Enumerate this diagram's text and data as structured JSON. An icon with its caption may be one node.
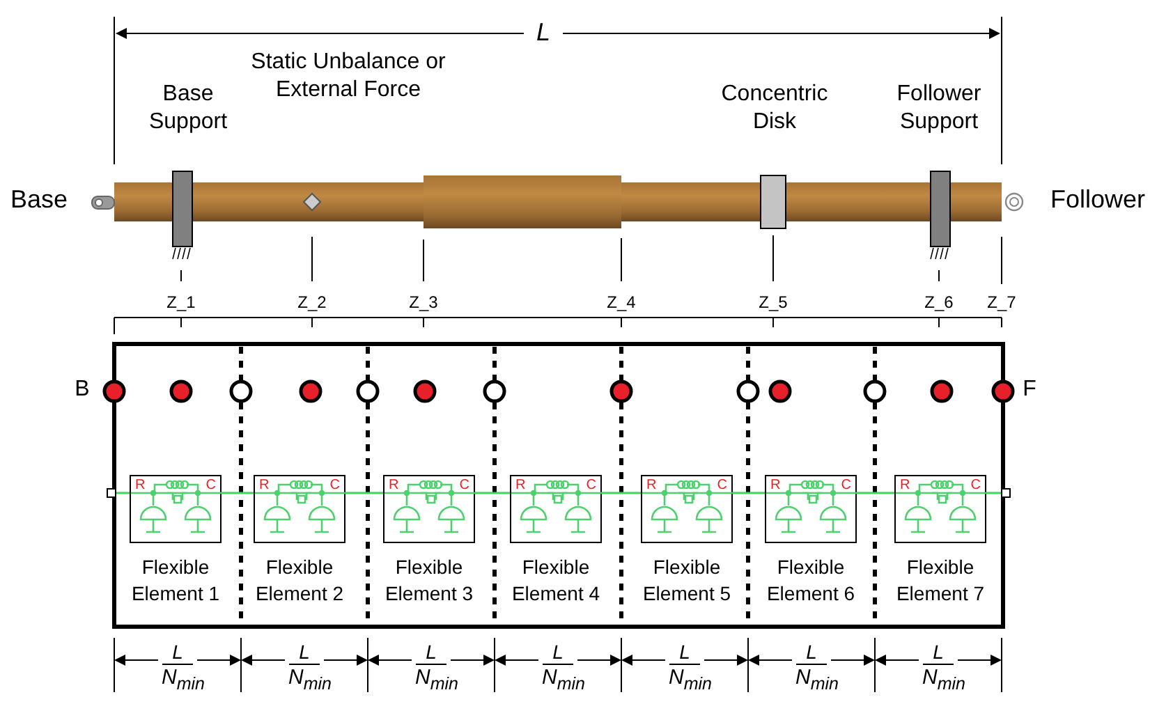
{
  "diagram": {
    "nodes": [
      {
        "text": [
          "R",
          "C",
          "Flexible Element 1"
        ]
      },
      {
        "text": [
          "R",
          "C",
          "Flexible Element 2"
        ]
      },
      {
        "text": [
          "R",
          "C",
          "Flexible Element 3"
        ]
      },
      {
        "text": [
          "R",
          "C",
          "Flexible Element 4"
        ]
      },
      {
        "text": [
          "R",
          "C",
          "Flexible Element 5"
        ]
      },
      {
        "text": [
          "R",
          "C",
          "Flexible Element 6"
        ]
      },
      {
        "text": [
          "R",
          "C",
          "Flexible Element 7"
        ]
      }
    ],
    "edges": [
      {
        "from": null,
        "to": 0,
        "arrow": "none"
      },
      {
        "from": 0,
        "to": 1,
        "arrow": "none"
      },
      {
        "from": 1,
        "to": 2,
        "arrow": "none"
      },
      {
        "from": 2,
        "to": 3,
        "arrow": "none"
      },
      {
        "from": 3,
        "to": 4,
        "arrow": "none"
      },
      {
        "from": 4,
        "to": 5,
        "arrow": "none"
      },
      {
        "from": 5,
        "to": 6,
        "arrow": "none"
      },
      {
        "from": 6,
        "to": null,
        "arrow": "none"
      }
    ],
    "labels": [
      "L",
      "Base Support",
      "Static Unbalance or External Force",
      "Concentric Disk",
      "Follower Support",
      "Base",
      "Follower",
      "Z_1",
      "Z_2",
      "Z_3",
      "Z_4",
      "Z_5",
      "Z_6",
      "Z_7",
      "B",
      "F",
      "L",
      "N$_{min}$",
      "L",
      "N$_{min}$",
      "L",
      "N$_{min}$",
      "L",
      "N$_{min}$",
      "L",
      "N$_{min}$",
      "L",
      "N$_{min}$",
      "L",
      "N$_{min}$"
    ]
  }
}
